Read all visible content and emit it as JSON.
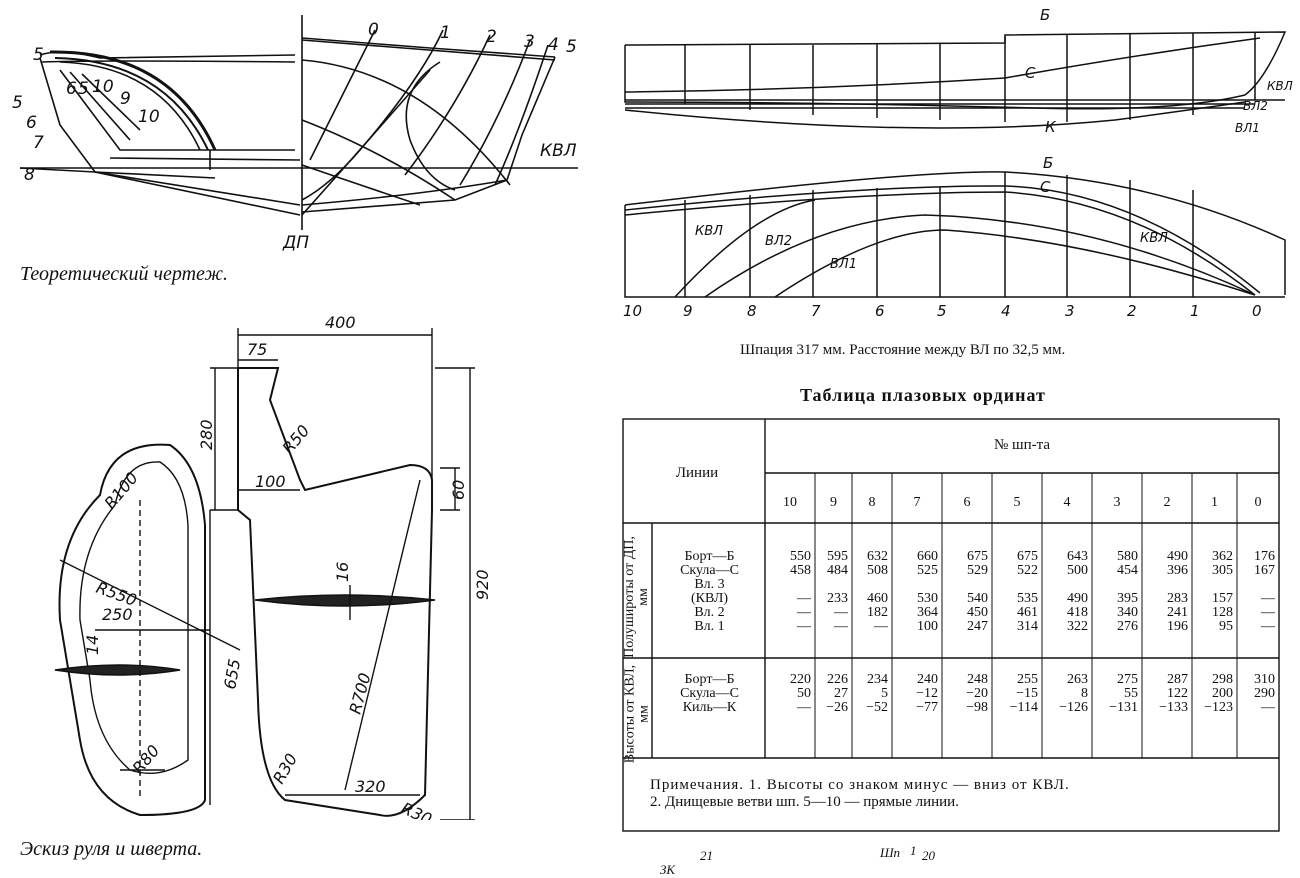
{
  "captions": {
    "theoretical_drawing": "Теоретический чертеж.",
    "rudder_sketch": "Эскиз руля и шверта.",
    "spacing_note": "Шпация 317 мм. Расстояние между ВЛ по 32,5 мм."
  },
  "body_plan_labels": {
    "top_stations": [
      "0",
      "1",
      "2",
      "3",
      "4",
      "5"
    ],
    "left_stations": [
      "5",
      "5",
      "6",
      "7",
      "8",
      "6",
      "5",
      "10",
      "9",
      "10"
    ],
    "kvl": "КВЛ",
    "dp": "ДП"
  },
  "profile_labels": {
    "b": "Б",
    "c": "С",
    "k": "К",
    "kvl": "КВЛ",
    "vl2": "ВЛ2",
    "vl1": "ВЛ1"
  },
  "plan_labels": {
    "b": "Б",
    "c": "С",
    "kvl_left": "КВЛ",
    "kvl_right": "КВЛ",
    "vl2": "ВЛ2",
    "vl1": "ВЛ1",
    "stations": [
      "10",
      "9",
      "8",
      "7",
      "6",
      "5",
      "4",
      "3",
      "2",
      "1",
      "0"
    ]
  },
  "rudder_dims": {
    "r100": "R100",
    "r550": "R550",
    "w250": "250",
    "t14": "14",
    "h655": "655",
    "r80": "R80"
  },
  "board_dims": {
    "w400": "400",
    "w75": "75",
    "h280": "280",
    "r50": "R50",
    "w100": "100",
    "h60": "60",
    "t16": "16",
    "h920": "920",
    "r700": "R700",
    "r30a": "R30",
    "w320": "320",
    "r30b": "R30"
  },
  "table": {
    "title": "Таблица плазовых ординат",
    "lines_header": "Линии",
    "station_header": "№ шп-та",
    "stations": [
      "10",
      "9",
      "8",
      "7",
      "6",
      "5",
      "4",
      "3",
      "2",
      "1",
      "0"
    ],
    "group1_label": "Полуширoты от ДП, мм",
    "group1_rows": [
      {
        "name": "Борт—Б",
        "values": [
          "550",
          "595",
          "632",
          "660",
          "675",
          "675",
          "643",
          "580",
          "490",
          "362",
          "176"
        ]
      },
      {
        "name": "Скула—С",
        "values": [
          "458",
          "484",
          "508",
          "525",
          "529",
          "522",
          "500",
          "454",
          "396",
          "305",
          "167"
        ]
      },
      {
        "name": "Вл. 3",
        "values": [
          "",
          "",
          "",
          "",
          "",
          "",
          "",
          "",
          "",
          "",
          ""
        ]
      },
      {
        "name": "(КВЛ)",
        "values": [
          "—",
          "233",
          "460",
          "530",
          "540",
          "535",
          "490",
          "395",
          "283",
          "157",
          "—"
        ]
      },
      {
        "name": "Вл. 2",
        "values": [
          "—",
          "—",
          "182",
          "364",
          "450",
          "461",
          "418",
          "340",
          "241",
          "128",
          "—"
        ]
      },
      {
        "name": "Вл. 1",
        "values": [
          "—",
          "—",
          "—",
          "100",
          "247",
          "314",
          "322",
          "276",
          "196",
          "95",
          "—"
        ]
      }
    ],
    "group2_label": "Высоты от КВЛ, мм",
    "group2_rows": [
      {
        "name": "Борт—Б",
        "values": [
          "220",
          "226",
          "234",
          "240",
          "248",
          "255",
          "263",
          "275",
          "287",
          "298",
          "310"
        ]
      },
      {
        "name": "Скула—С",
        "values": [
          "50",
          "27",
          "5",
          "−12",
          "−20",
          "−15",
          "8",
          "55",
          "122",
          "200",
          "290"
        ]
      },
      {
        "name": "Киль—К",
        "values": [
          "—",
          "−26",
          "−52",
          "−77",
          "−98",
          "−114",
          "−126",
          "−131",
          "−133",
          "−123",
          "—"
        ]
      }
    ],
    "note_line1": "Примечания. 1. Высоты со знаком минус — вниз от КВЛ.",
    "note_line2": "2. Днищевые ветви шп. 5—10 — прямые линии."
  },
  "fragments": {
    "a": "Шп",
    "b": "1",
    "c": "20",
    "d": "ЗК",
    "e": "21"
  }
}
